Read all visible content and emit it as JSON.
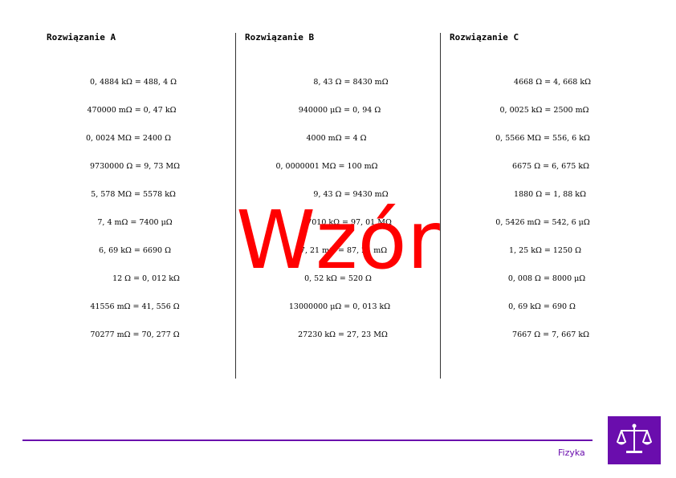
{
  "columns": [
    {
      "heading": "Rozwiązanie A",
      "rows": [
        "0, 4884 kΩ = 488, 4 Ω",
        "470000 mΩ = 0, 47 kΩ",
        "0, 0024 MΩ = 2400 Ω",
        "9730000 Ω = 9, 73 MΩ",
        "5, 578 MΩ = 5578 kΩ",
        "7, 4 mΩ = 7400 μΩ",
        "6, 69 kΩ = 6690 Ω",
        "12 Ω = 0, 012 kΩ",
        "41556 mΩ = 41, 556 Ω",
        "70277 mΩ = 70, 277 Ω"
      ]
    },
    {
      "heading": "Rozwiązanie B",
      "rows": [
        "8, 43 Ω = 8430 mΩ",
        "940000 μΩ = 0, 94 Ω",
        "4000 mΩ = 4 Ω",
        "0, 0000001 MΩ = 100 mΩ",
        "9, 43 Ω = 9430 mΩ",
        "97010 kΩ = 97, 01 MΩ",
        "87, 21 mΩ = 87, 21 mΩ",
        "0, 52 kΩ = 520 Ω",
        "13000000 μΩ = 0, 013 kΩ",
        "27230 kΩ = 27, 23 MΩ"
      ]
    },
    {
      "heading": "Rozwiązanie C",
      "rows": [
        "4668 Ω = 4, 668 kΩ",
        "0, 0025 kΩ = 2500 mΩ",
        "0, 5566 MΩ = 556, 6 kΩ",
        "6675 Ω = 6, 675 kΩ",
        "1880 Ω = 1, 88 kΩ",
        "0, 5426 mΩ = 542, 6 μΩ",
        "1, 25 kΩ = 1250 Ω",
        "0, 008 Ω = 8000 μΩ",
        "0, 69 kΩ = 690 Ω",
        "7667 Ω = 7, 667 kΩ"
      ]
    }
  ],
  "watermark": "Wzór",
  "footer": {
    "subject": "Fizyka"
  },
  "colors": {
    "accent": "#6a0dad",
    "watermark": "#ff0000"
  },
  "logo_icon": "scales-of-justice-icon"
}
